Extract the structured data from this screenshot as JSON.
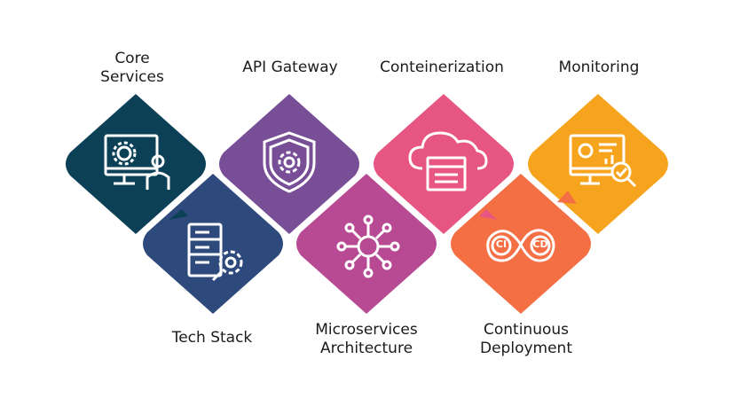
{
  "colors": {
    "core": "#0b4057",
    "tech": "#2e4a7d",
    "api": "#784e97",
    "micro": "#b84a93",
    "container": "#e75583",
    "cd": "#f56f45",
    "monitoring": "#f6a41d",
    "icon": "#ffffff"
  },
  "labels": {
    "core": "Core\nServices",
    "api": "API Gateway",
    "container": "Conteinerization",
    "monitoring": "Monitoring",
    "tech": "Tech Stack",
    "micro": "Microservices\nArchitecture",
    "cd": "Continuous\nDeployment"
  },
  "icons": {
    "core": "presenter-monitor-gear-icon",
    "tech": "server-wrench-gear-icon",
    "api": "shield-gear-icon",
    "micro": "hub-network-icon",
    "container": "cloud-server-icon",
    "cd": "ci-cd-infinity-icon",
    "monitoring": "monitor-chart-magnifier-icon"
  },
  "badges": {
    "ci": "CI",
    "cd": "CD"
  }
}
